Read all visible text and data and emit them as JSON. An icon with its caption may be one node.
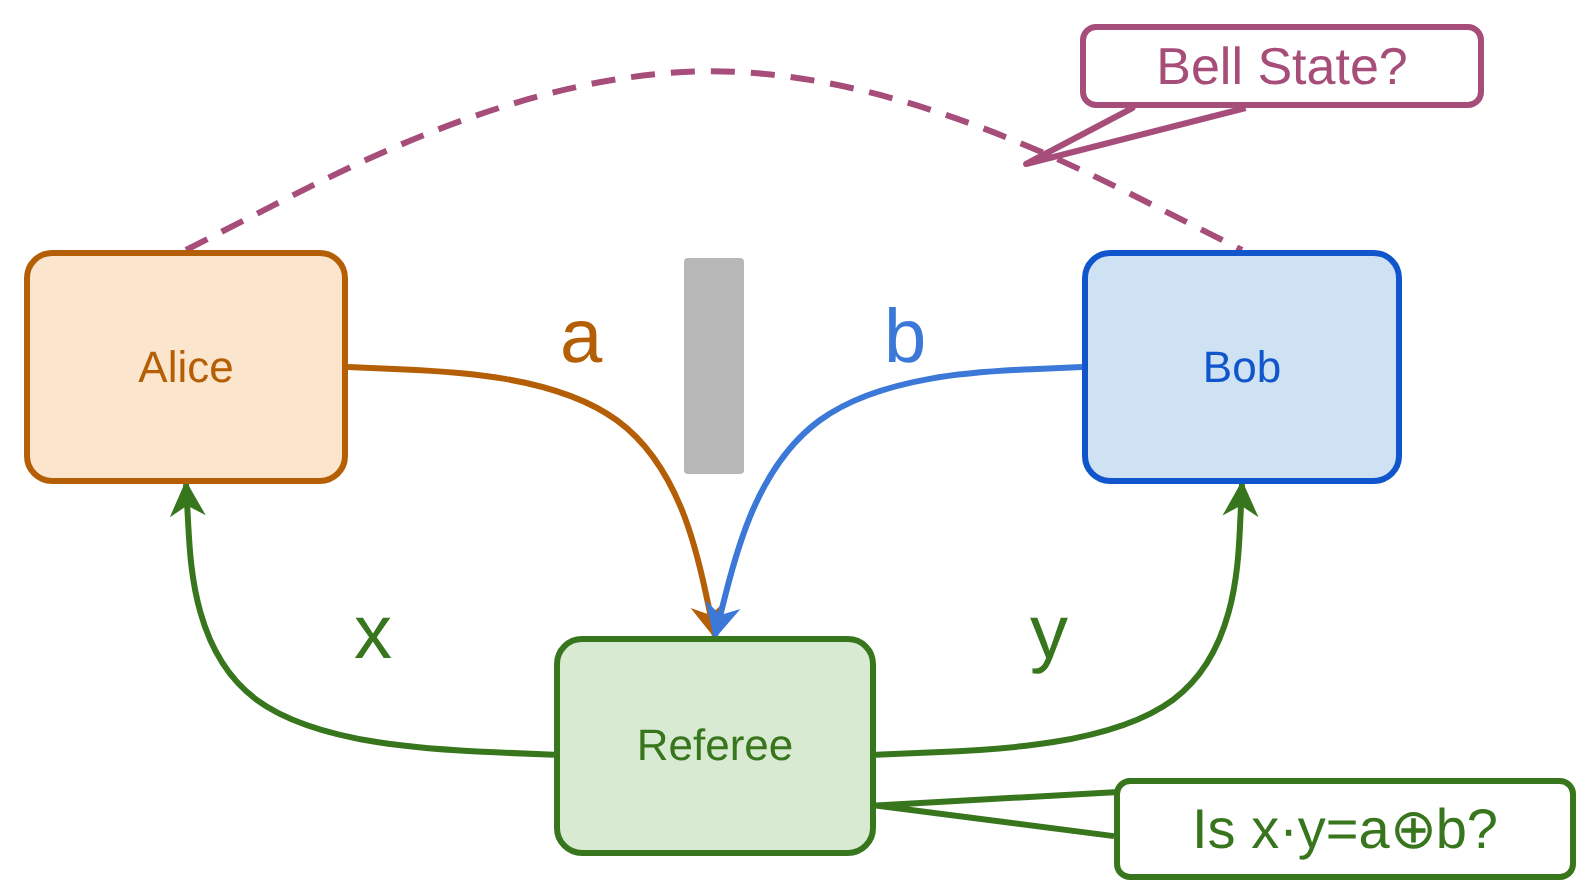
{
  "diagram": {
    "nodes": [
      {
        "text": [
          "Alice"
        ]
      },
      {
        "text": [
          "Bob"
        ]
      },
      {
        "text": [
          "Referee"
        ]
      },
      {
        "text": [
          "Bell State?"
        ]
      },
      {
        "text": [
          "Is x·y=a⊕b?"
        ]
      },
      {
        "text": [],
        "shape": "bar"
      }
    ],
    "edges": [
      {
        "from": 0,
        "to": 2,
        "arrow": "to",
        "label": "a",
        "color": "#b45f06"
      },
      {
        "from": 1,
        "to": 2,
        "arrow": "to",
        "label": "b",
        "color": "#3c78d8"
      },
      {
        "from": 2,
        "to": 0,
        "arrow": "to",
        "label": "x",
        "color": "#38761d"
      },
      {
        "from": 2,
        "to": 1,
        "arrow": "to",
        "label": "y",
        "color": "#38761d"
      },
      {
        "from": 0,
        "to": 1,
        "arrow": "none",
        "style": "dashed",
        "color": "#a64d79"
      },
      {
        "from": 3,
        "to": null,
        "arrow": "none",
        "color": "#a64d79"
      },
      {
        "from": 4,
        "to": 2,
        "arrow": "none",
        "color": "#38761d"
      }
    ]
  }
}
